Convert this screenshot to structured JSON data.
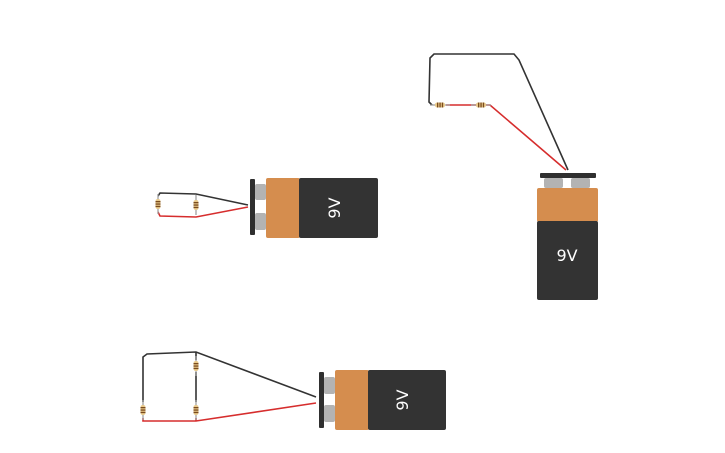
{
  "colors": {
    "background": "#ffffff",
    "battery_body": "#333333",
    "battery_band": "#d58d4e",
    "battery_cap": "#2f2f2f",
    "terminal": "#b3b3b3",
    "wire_positive": "#d62d2d",
    "wire_negative": "#333333",
    "resistor_body": "#e8c98a",
    "resistor_band": "#7a4b1e"
  },
  "circuits": [
    {
      "battery": {
        "label": "9V",
        "icon": "battery-9v-icon",
        "orientation": "horizontal"
      },
      "resistors": [
        {
          "icon": "resistor-icon"
        },
        {
          "icon": "resistor-icon"
        }
      ]
    },
    {
      "battery": {
        "label": "9V",
        "icon": "battery-9v-icon",
        "orientation": "vertical"
      },
      "resistors": [
        {
          "icon": "resistor-icon"
        },
        {
          "icon": "resistor-icon"
        }
      ]
    },
    {
      "battery": {
        "label": "9V",
        "icon": "battery-9v-icon",
        "orientation": "horizontal"
      },
      "resistors": [
        {
          "icon": "resistor-icon"
        },
        {
          "icon": "resistor-icon"
        },
        {
          "icon": "resistor-icon"
        }
      ]
    }
  ]
}
